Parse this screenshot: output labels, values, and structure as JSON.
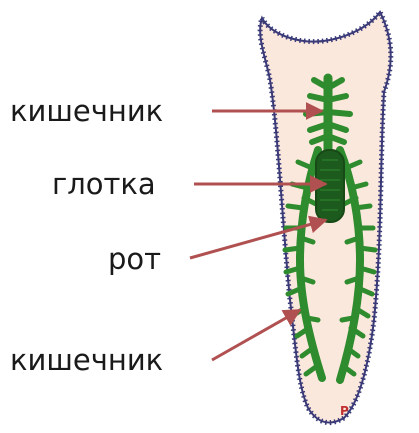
{
  "labels": {
    "intestine_top": "кишечник",
    "pharynx": "глотка",
    "mouth": "рот",
    "intestine_bottom": "кишечник",
    "corner_mark": "P"
  },
  "colors": {
    "body_fill": "#fbe8dc",
    "body_outline": "#3a3a78",
    "gut": "#2e8b2e",
    "gut_dark": "#1f6b1f",
    "pharynx": "#1d5a1d",
    "arrow": "#b05050",
    "text": "#1a1a1a"
  }
}
